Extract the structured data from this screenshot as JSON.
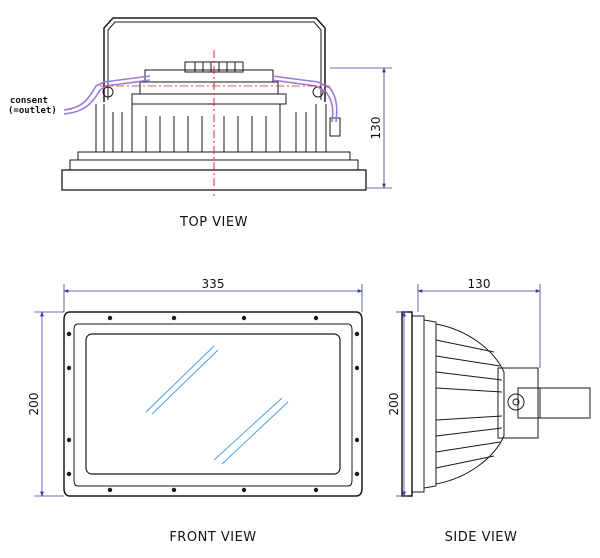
{
  "views": {
    "top": {
      "title": "TOP  VIEW"
    },
    "front": {
      "title": "FRONT  VIEW"
    },
    "side": {
      "title": "SIDE  VIEW"
    }
  },
  "dimensions": {
    "top_height": "130",
    "front_width": "335",
    "front_height": "200",
    "side_width": "130",
    "side_height": "200"
  },
  "callouts": {
    "consent_line1": "consent",
    "consent_line2": "(=outlet)"
  },
  "colors": {
    "outline": "#1a1a1a",
    "dimension": "#3a3aa8",
    "centerline": "#e02020",
    "cable": "#9a7ad8",
    "glass_reflection": "#4aa0e0"
  }
}
